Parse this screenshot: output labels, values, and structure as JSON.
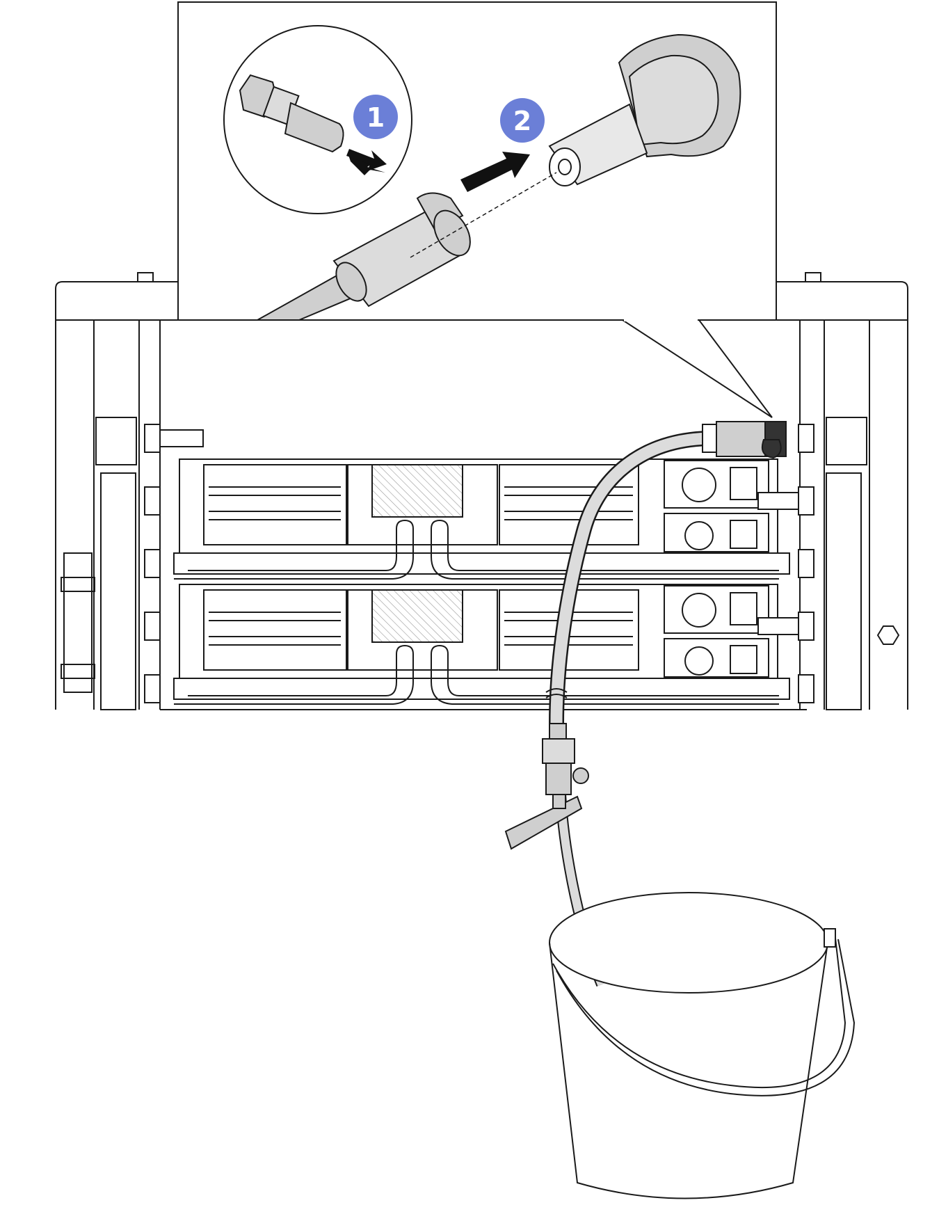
{
  "steps": [
    {
      "number": "1",
      "icon": "step-1-badge"
    },
    {
      "number": "2",
      "icon": "step-2-badge"
    }
  ],
  "colors": {
    "line": "#1a1a1a",
    "hose": "#dcdcdc",
    "badge": "#6b7fd7",
    "arrow": "#111111"
  }
}
